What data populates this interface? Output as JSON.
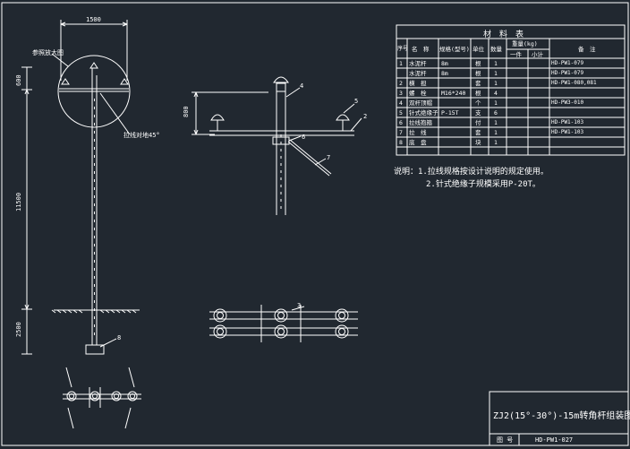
{
  "drawing": {
    "title": "ZJ2(15°-30°)-15m转角杆组装图",
    "figure_no_label": "图 号",
    "figure_no": "HD-PW1-027"
  },
  "left_view": {
    "dim_top": "1500",
    "dim_600": "600",
    "dim_11500": "11500",
    "dim_2500": "2500",
    "detail_label": "参照放大图",
    "angle_label": "拉线对地45°",
    "base_mark": "8"
  },
  "right_view": {
    "dim_800": "800",
    "callouts": [
      "4",
      "5",
      "2",
      "6",
      "7",
      "3"
    ]
  },
  "material_table": {
    "title": "材　料　表",
    "headers": [
      "序号",
      "名　称",
      "规格(型号)",
      "单位",
      "数量",
      "重量(kg)",
      "备　注"
    ],
    "subheaders": [
      "一件",
      "小计"
    ],
    "rows": [
      [
        "1",
        "水泥杆",
        "8m",
        "根",
        "1",
        "",
        "",
        "HD-PW1-079"
      ],
      [
        "",
        "水泥杆",
        "8m",
        "根",
        "1",
        "",
        "",
        "HD-PW1-079"
      ],
      [
        "2",
        "横　担",
        "",
        "套",
        "1",
        "",
        "",
        "HD-PW1-080,081"
      ],
      [
        "3",
        "螺　栓",
        "M16*240",
        "根",
        "4",
        "",
        "",
        ""
      ],
      [
        "4",
        "双杆顶帽",
        "",
        "个",
        "1",
        "",
        "",
        "HD-PW3-010"
      ],
      [
        "5",
        "针式绝缘子",
        "P-15T",
        "支",
        "6",
        "",
        "",
        ""
      ],
      [
        "6",
        "拉线抱箍",
        "",
        "付",
        "1",
        "",
        "",
        "HD-PW1-103"
      ],
      [
        "7",
        "拉　线",
        "",
        "套",
        "1",
        "",
        "",
        "HD-PW1-103"
      ],
      [
        "8",
        "底　盘",
        "",
        "块",
        "1",
        "",
        "",
        ""
      ]
    ]
  },
  "notes": {
    "line1": "说明：1.拉线规格按设计说明的规定使用。",
    "line2": "2.针式绝缘子规模采用P-20T。"
  }
}
